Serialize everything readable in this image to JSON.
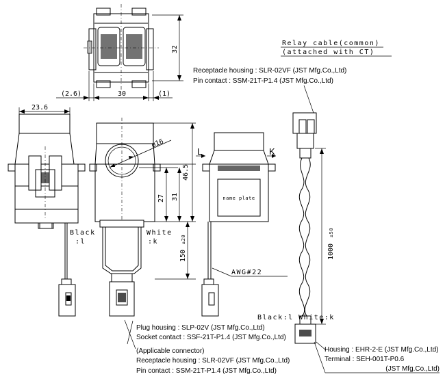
{
  "dimensions": {
    "height_32": "32",
    "width_30": "30",
    "left_offset": "(2.6)",
    "right_offset": "(1)",
    "width_23_6": "23.6",
    "diameter": "ø16",
    "h_46_5": "46.5",
    "h_31": "31",
    "h_27": "27",
    "lead_150": "150",
    "lead_150_tol": "±20",
    "cable_1000": "1000",
    "cable_1000_tol": "±50"
  },
  "labels": {
    "relay_cable_line1": "Relay cable(common)",
    "relay_cable_line2": "(attached with CT)",
    "black_l_a": "Black",
    "black_l_b": ":l",
    "white_k_a": "White",
    "white_k_b": ":k",
    "awg": "AWG#22",
    "black_white_bottom": "Black:l White:k",
    "name_plate": "name plate",
    "mark_L": "L",
    "mark_K": "K"
  },
  "notes": {
    "receptacle_top_1": "Receptacle housing : SLR-02VF (JST Mfg.Co.,Ltd)",
    "receptacle_top_2": "Pin contact : SSM-21T-P1.4 (JST Mfg.Co.,Ltd)",
    "plug_housing": "Plug housing : SLP-02V (JST Mfg.Co.,Ltd)",
    "socket_contact": "Socket contact : SSF-21T-P1.4 (JST Mfg.Co.,Ltd)",
    "applicable": "(Applicable connector)",
    "receptacle_bottom": "Receptacle housing : SLR-02VF (JST Mfg.Co.,Ltd)",
    "pin_bottom": "Pin contact : SSM-21T-P1.4 (JST Mfg.Co.,Ltd)",
    "ehr_housing": "Housing : EHR-2-E (JST Mfg.Co.,Ltd)",
    "ehr_terminal": "Terminal : SEH-001T-P0.6",
    "ehr_maker": "(JST Mfg.Co.,Ltd)"
  }
}
